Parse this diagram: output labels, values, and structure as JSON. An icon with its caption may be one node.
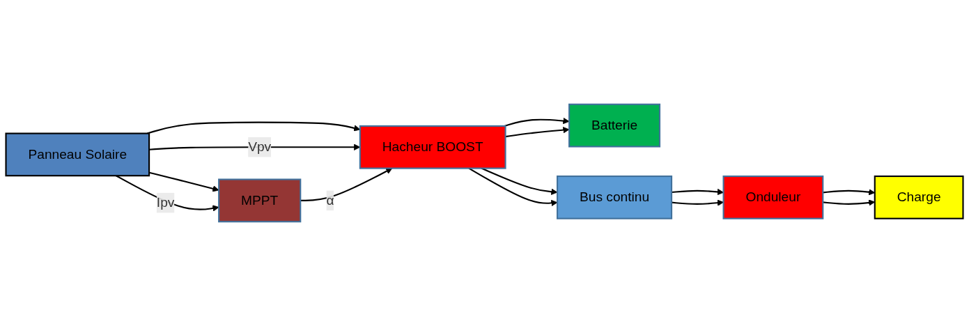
{
  "diagram": {
    "nodes": [
      {
        "text": [
          "Panneau Solaire"
        ]
      },
      {
        "text": [
          "Hacheur BOOST"
        ]
      },
      {
        "text": [
          "MPPT"
        ]
      },
      {
        "text": [
          "Batterie"
        ]
      },
      {
        "text": [
          "Bus continu"
        ]
      },
      {
        "text": [
          "Onduleur"
        ]
      },
      {
        "text": [
          "Charge"
        ]
      }
    ],
    "edges": [
      {
        "from": 0,
        "to": 1,
        "arrow": "to"
      },
      {
        "from": 0,
        "to": 1,
        "label": "Vpv",
        "arrow": "to"
      },
      {
        "from": 0,
        "to": 2,
        "arrow": "to"
      },
      {
        "from": 0,
        "to": 2,
        "label": "Ipv",
        "arrow": "to"
      },
      {
        "from": 2,
        "to": 1,
        "label": "α",
        "arrow": "to"
      },
      {
        "from": 1,
        "to": 4,
        "arrow": "to"
      },
      {
        "from": 1,
        "to": 4,
        "arrow": "to"
      },
      {
        "from": 1,
        "to": 3,
        "arrow": "to"
      },
      {
        "from": 1,
        "to": 3,
        "arrow": "to"
      },
      {
        "from": 4,
        "to": 5,
        "arrow": "to"
      },
      {
        "from": 4,
        "to": 5,
        "arrow": "to"
      },
      {
        "from": 5,
        "to": 6,
        "arrow": "to"
      },
      {
        "from": 5,
        "to": 6,
        "arrow": "to"
      }
    ]
  }
}
